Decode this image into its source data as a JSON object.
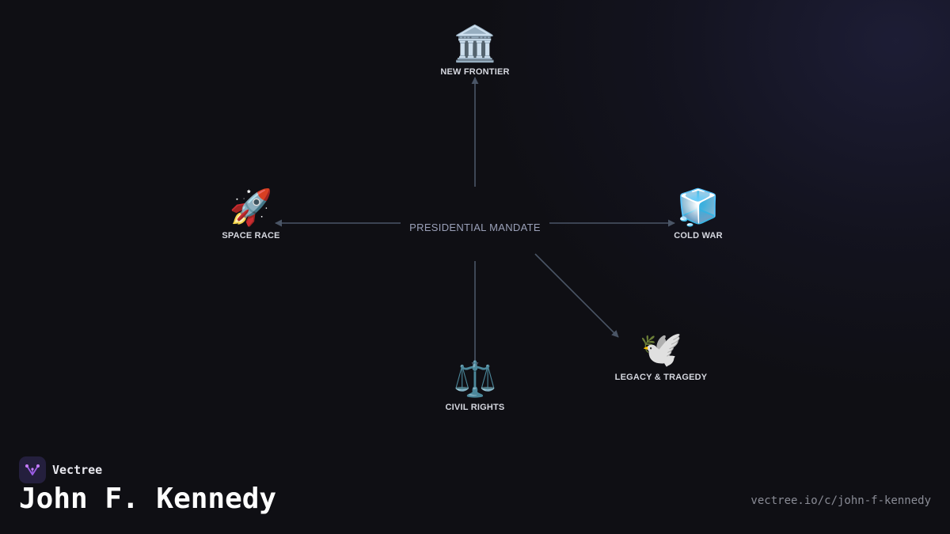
{
  "center": {
    "label": "PRESIDENTIAL MANDATE"
  },
  "nodes": [
    {
      "id": "new-frontier",
      "label": "NEW FRONTIER",
      "icon": "classical-building-icon",
      "glyph": "🏛️"
    },
    {
      "id": "space-race",
      "label": "SPACE RACE",
      "icon": "rocket-icon",
      "glyph": "🚀"
    },
    {
      "id": "cold-war",
      "label": "COLD WAR",
      "icon": "ice-cube-icon",
      "glyph": "🧊"
    },
    {
      "id": "civil-rights",
      "label": "CIVIL RIGHTS",
      "icon": "balance-scale-icon",
      "glyph": "⚖️"
    },
    {
      "id": "legacy-tragedy",
      "label": "LEGACY & TRAGEDY",
      "icon": "dove-icon",
      "glyph": "🕊️"
    }
  ],
  "edges": [
    {
      "from": "center",
      "to": "new-frontier"
    },
    {
      "from": "center",
      "to": "space-race"
    },
    {
      "from": "center",
      "to": "cold-war"
    },
    {
      "from": "center",
      "to": "civil-rights"
    },
    {
      "from": "center",
      "to": "legacy-tragedy"
    }
  ],
  "colors": {
    "background": "#0f0f14",
    "edge": "#4a5566",
    "label": "#d6d8e0",
    "center_label": "#9aa0b8",
    "title": "#ffffff",
    "url": "#8a8c96",
    "brand_logo_bg": "#241f3d",
    "brand_logo_mark": "#9b5de5"
  },
  "brand": {
    "name": "Vectree",
    "icon": "vectree-logo-icon"
  },
  "title": "John F. Kennedy",
  "url": "vectree.io/c/john-f-kennedy"
}
